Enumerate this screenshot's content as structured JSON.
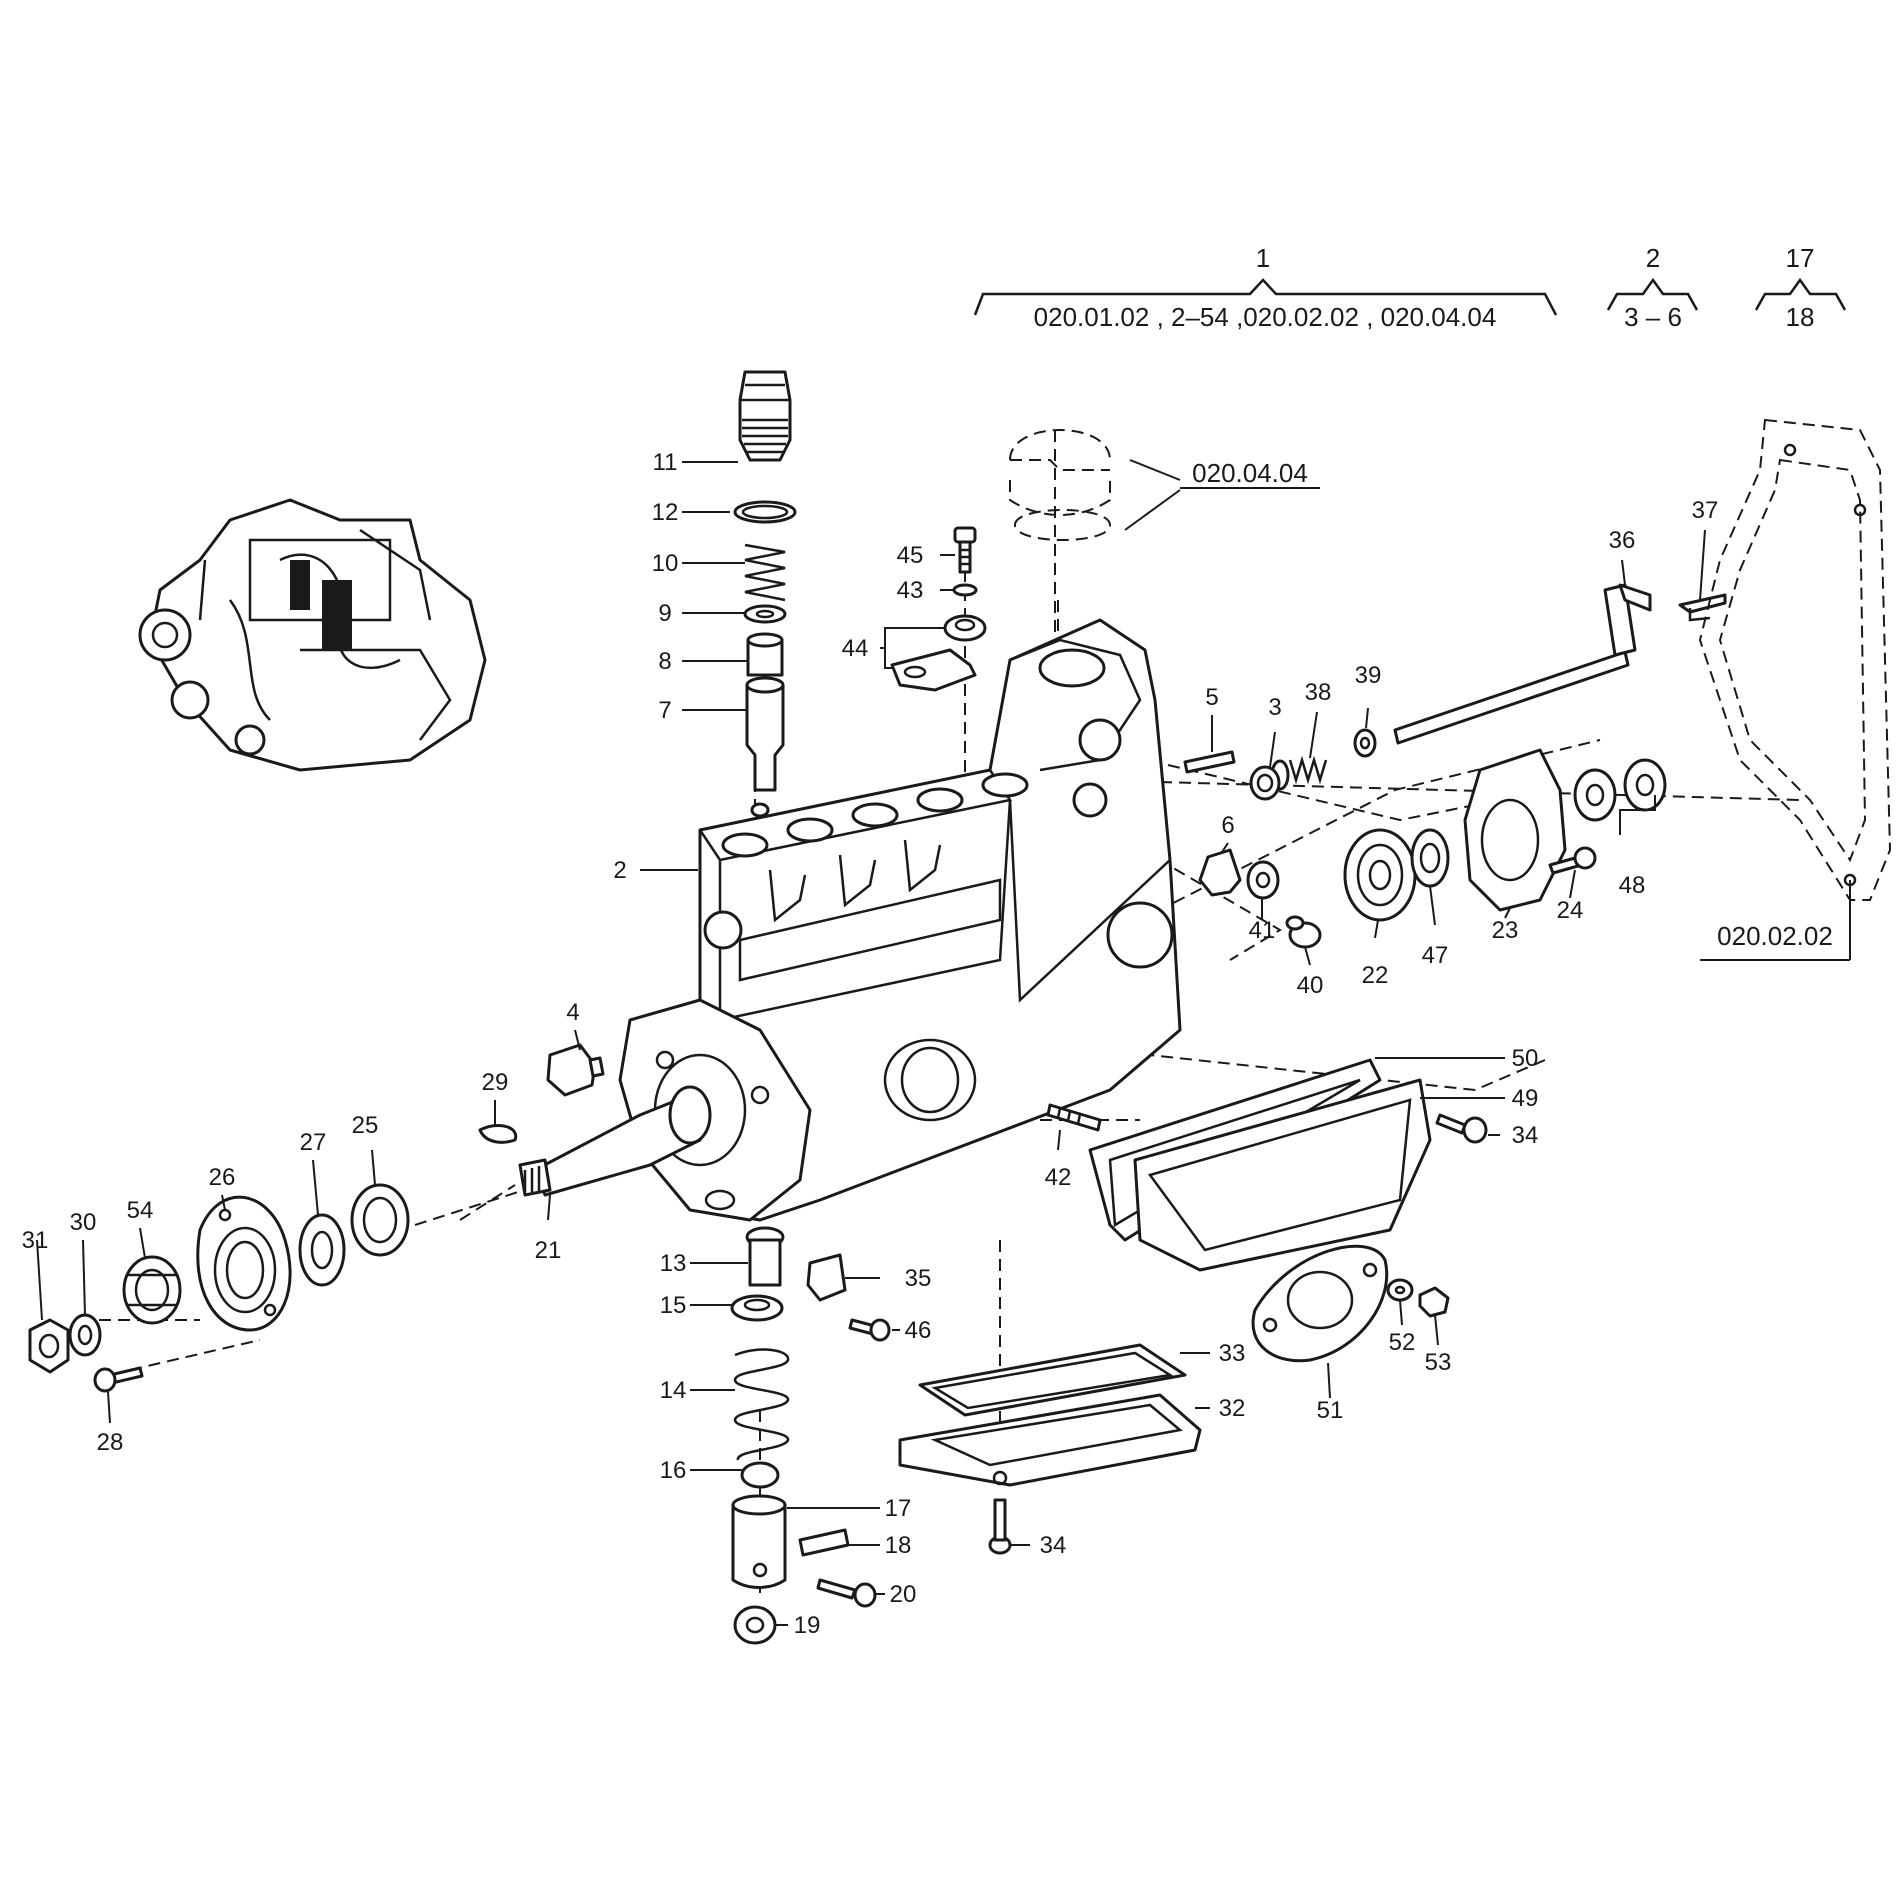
{
  "headers": [
    {
      "num": "1",
      "refs": "020.01.02 , 2–54 ,020.02.02 , 020.04.04"
    },
    {
      "num": "2",
      "refs": "3 – 6"
    },
    {
      "num": "17",
      "refs": "18"
    }
  ],
  "section_refs": {
    "top": "020.04.04",
    "right": "020.02.02"
  },
  "callouts": [
    {
      "id": "1",
      "label": "11"
    },
    {
      "id": "2",
      "label": "12"
    },
    {
      "id": "3",
      "label": "10"
    },
    {
      "id": "4",
      "label": "9"
    },
    {
      "id": "5",
      "label": "8"
    },
    {
      "id": "6",
      "label": "7"
    },
    {
      "id": "7",
      "label": "2"
    },
    {
      "id": "8",
      "label": "45"
    },
    {
      "id": "9",
      "label": "43"
    },
    {
      "id": "10",
      "label": "44"
    },
    {
      "id": "11",
      "label": "5"
    },
    {
      "id": "12",
      "label": "3"
    },
    {
      "id": "13",
      "label": "38"
    },
    {
      "id": "14",
      "label": "39"
    },
    {
      "id": "15",
      "label": "36"
    },
    {
      "id": "16",
      "label": "37"
    },
    {
      "id": "17",
      "label": "6"
    },
    {
      "id": "18",
      "label": "41"
    },
    {
      "id": "19",
      "label": "40"
    },
    {
      "id": "20",
      "label": "22"
    },
    {
      "id": "21",
      "label": "47"
    },
    {
      "id": "22",
      "label": "23"
    },
    {
      "id": "23",
      "label": "24"
    },
    {
      "id": "24",
      "label": "48"
    },
    {
      "id": "25",
      "label": "4"
    },
    {
      "id": "26",
      "label": "29"
    },
    {
      "id": "27",
      "label": "27"
    },
    {
      "id": "28",
      "label": "25"
    },
    {
      "id": "29",
      "label": "26"
    },
    {
      "id": "30",
      "label": "54"
    },
    {
      "id": "31",
      "label": "30"
    },
    {
      "id": "32",
      "label": "31"
    },
    {
      "id": "33",
      "label": "28"
    },
    {
      "id": "34",
      "label": "21"
    },
    {
      "id": "35",
      "label": "50"
    },
    {
      "id": "36",
      "label": "49"
    },
    {
      "id": "37",
      "label": "34"
    },
    {
      "id": "38",
      "label": "42"
    },
    {
      "id": "39",
      "label": "13"
    },
    {
      "id": "40",
      "label": "35"
    },
    {
      "id": "41",
      "label": "15"
    },
    {
      "id": "42",
      "label": "46"
    },
    {
      "id": "43",
      "label": "14"
    },
    {
      "id": "44",
      "label": "16"
    },
    {
      "id": "45",
      "label": "17"
    },
    {
      "id": "46",
      "label": "18"
    },
    {
      "id": "47",
      "label": "20"
    },
    {
      "id": "48",
      "label": "19"
    },
    {
      "id": "49",
      "label": "33"
    },
    {
      "id": "50",
      "label": "32"
    },
    {
      "id": "51",
      "label": "34"
    },
    {
      "id": "52",
      "label": "51"
    },
    {
      "id": "53",
      "label": "52"
    },
    {
      "id": "54",
      "label": "53"
    }
  ]
}
